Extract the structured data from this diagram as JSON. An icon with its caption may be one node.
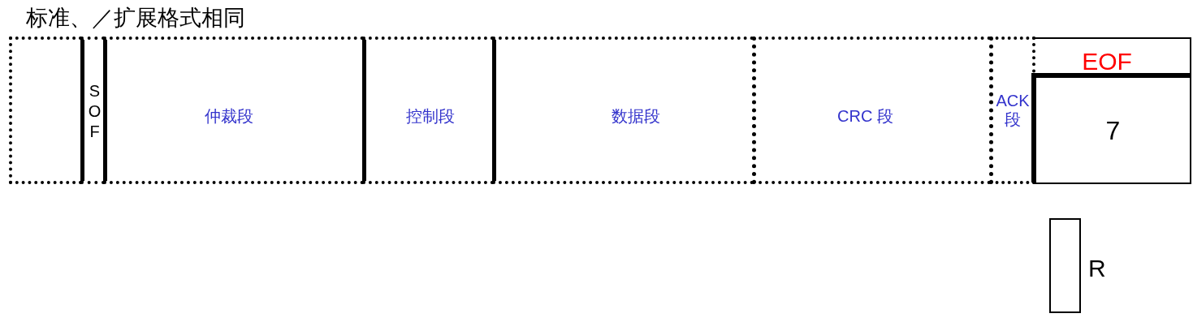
{
  "diagram": {
    "title": "标准、／扩展格式相同",
    "nodes": [
      {
        "text": [],
        "shape": "box"
      },
      {
        "text": [
          "SOF"
        ]
      },
      {
        "text": [
          "仲裁段"
        ]
      },
      {
        "text": [
          "控制段"
        ]
      },
      {
        "text": [
          "数据段"
        ]
      },
      {
        "text": [
          "CRC 段"
        ]
      },
      {
        "text": [
          "ACK 段"
        ]
      },
      {
        "text": [
          "EOF"
        ]
      },
      {
        "text": [
          "7"
        ],
        "in": 7
      },
      {
        "text": [],
        "shape": "box",
        "beside": [
          "R"
        ]
      }
    ]
  }
}
